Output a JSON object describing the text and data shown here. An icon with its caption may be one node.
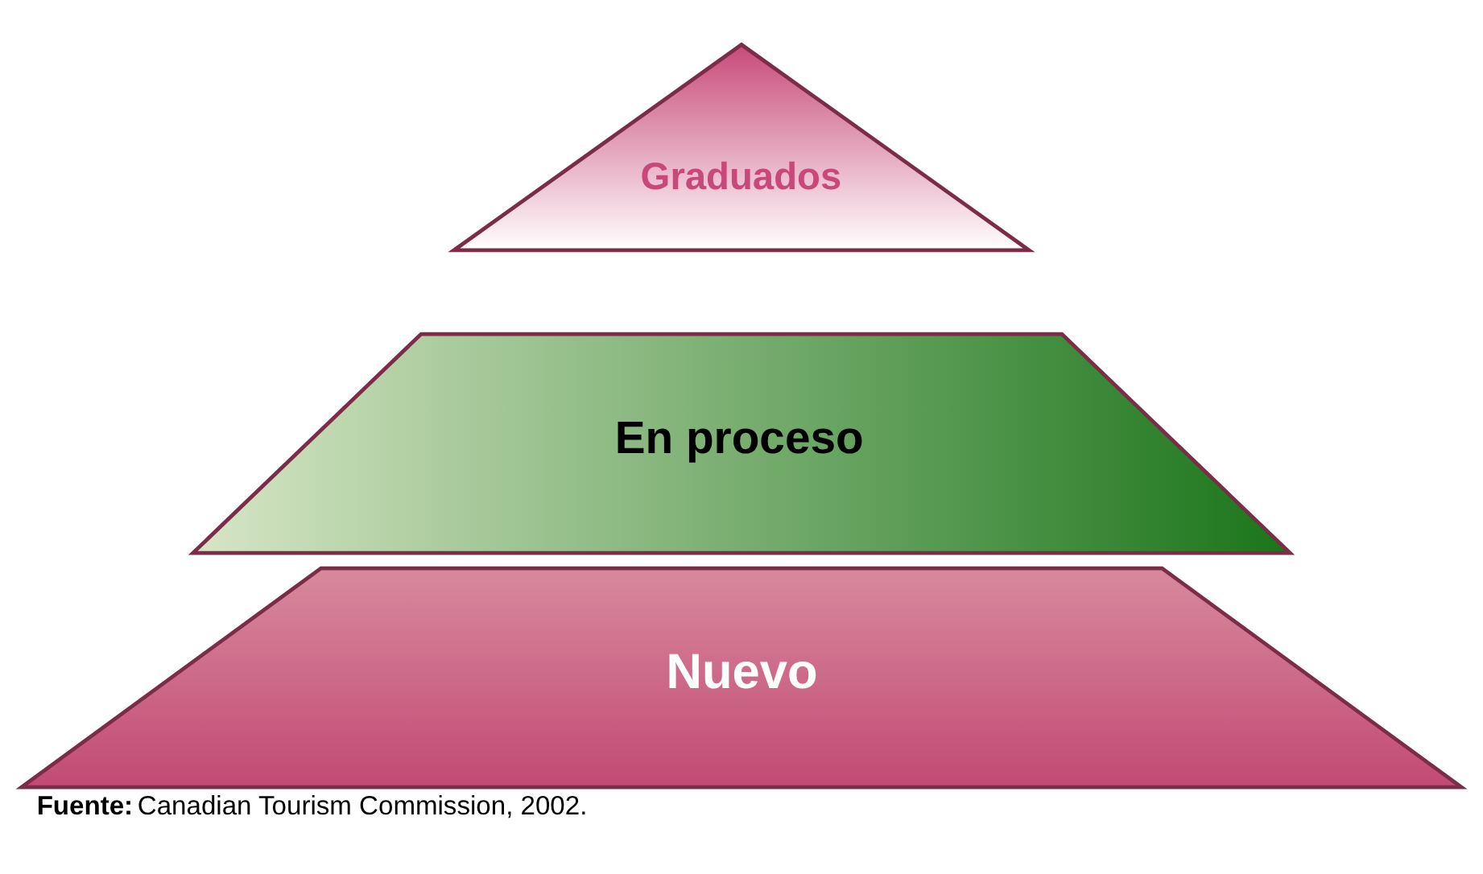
{
  "diagram": {
    "caption": "**Fuente:** Canadian Tourism Commission, 2002.",
    "nodes": [
      {
        "text": [
          "Graduados"
        ]
      },
      {
        "text": [
          "En proceso"
        ]
      },
      {
        "text": [
          "Nuevo"
        ]
      }
    ]
  }
}
